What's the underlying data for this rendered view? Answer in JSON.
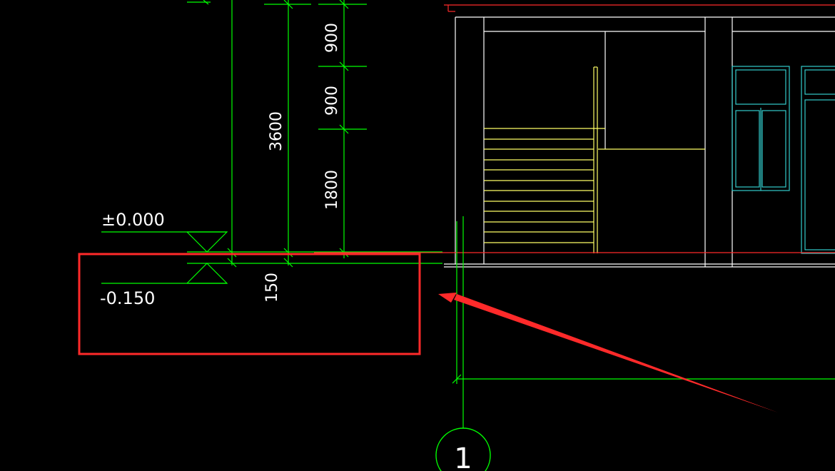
{
  "colors": {
    "background": "#000000",
    "dimension": "#00ff00",
    "building": "#ffffff",
    "stair": "#ffff66",
    "window": "#33cccc",
    "accent_red": "#ff2a2a"
  },
  "elevations": {
    "top": "±0.000",
    "bottom": "-0.150"
  },
  "dimensions": {
    "total": "3600",
    "seg_upper": "900",
    "seg_middle": "900",
    "seg_lower": "1800",
    "offset": "150"
  },
  "grid_axis": {
    "label": "1"
  },
  "icons": {
    "level_marker": "triangle-elevation-icon",
    "annotation_arrow": "red-arrow-icon"
  }
}
